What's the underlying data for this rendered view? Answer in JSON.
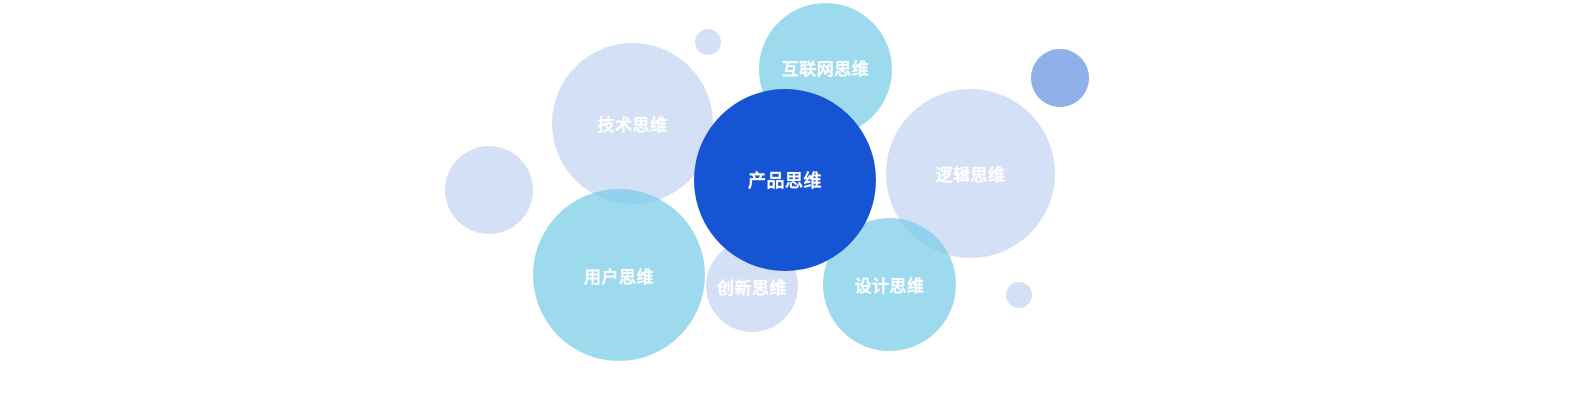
{
  "colors": {
    "lavender": "rgba(185, 205, 240, 0.62)",
    "sky": "rgba(126, 205, 232, 0.75)",
    "medium_blue": "rgba(100, 145, 225, 0.72)",
    "primary_blue": "#1554d2",
    "text": "#ffffff"
  },
  "bubbles": {
    "product": {
      "label": "产品思维",
      "color": "primary_blue"
    },
    "internet": {
      "label": "互联网思维",
      "color": "sky"
    },
    "tech": {
      "label": "技术思维",
      "color": "lavender"
    },
    "logic": {
      "label": "逻辑思维",
      "color": "lavender"
    },
    "user": {
      "label": "用户思维",
      "color": "sky"
    },
    "innovation": {
      "label": "创新思维",
      "color": "lavender"
    },
    "design": {
      "label": "设计思维",
      "color": "sky"
    },
    "dot_1": {
      "color": "lavender"
    },
    "dot_2": {
      "color": "lavender"
    },
    "dot_3": {
      "color": "medium_blue"
    },
    "dot_4": {
      "color": "lavender"
    }
  }
}
